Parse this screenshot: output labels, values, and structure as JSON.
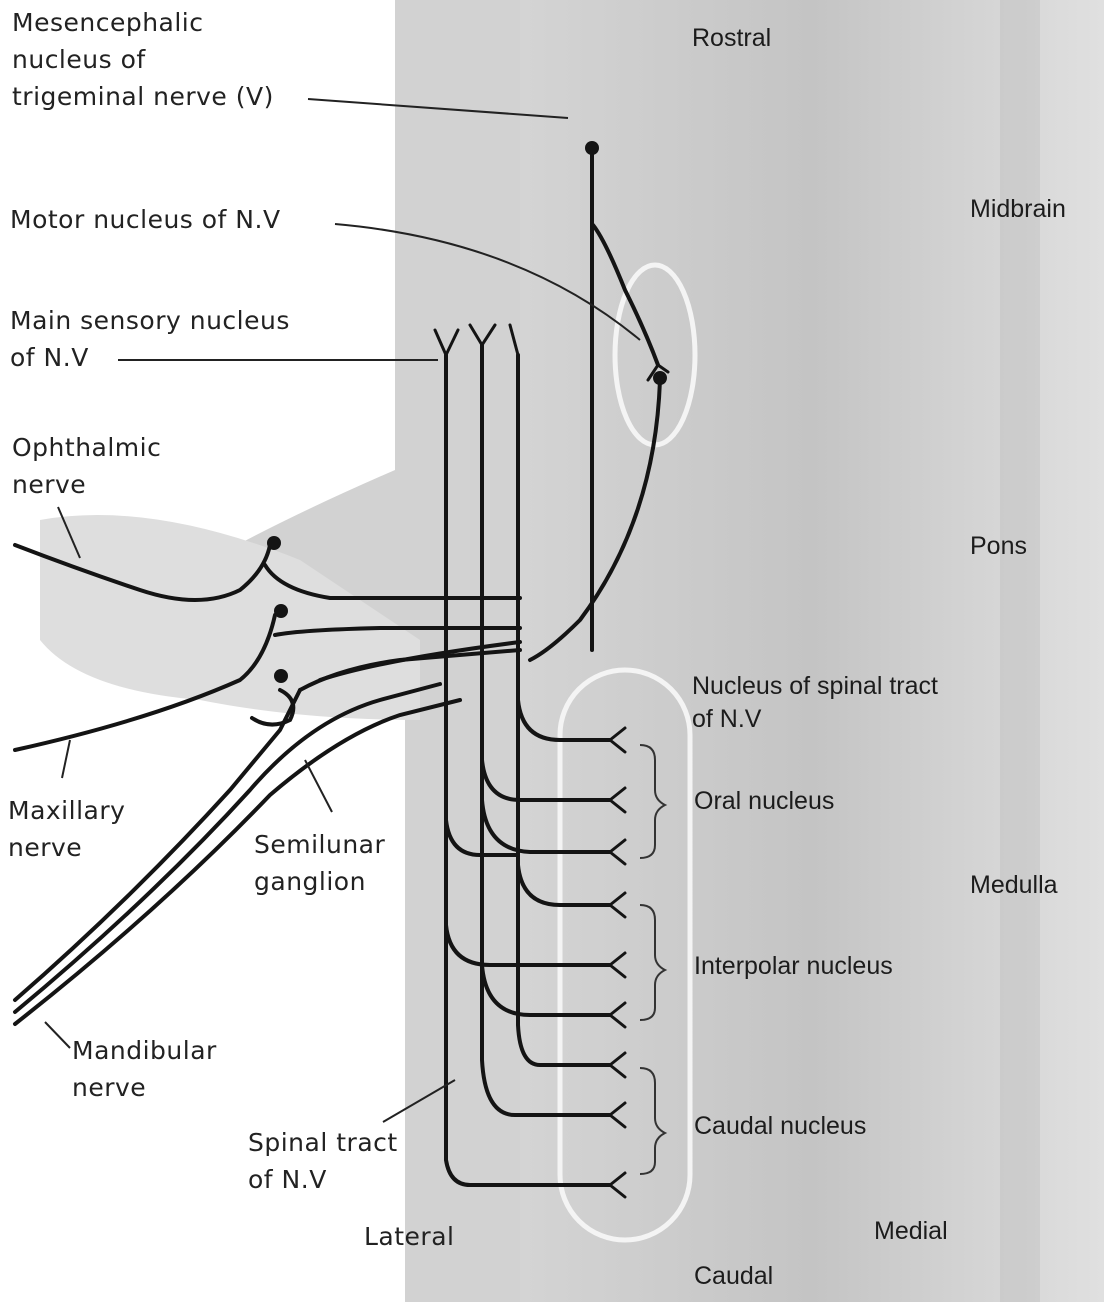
{
  "labels": {
    "mesencephalic": [
      "Mesencephalic",
      "nucleus of",
      "trigeminal nerve (V)"
    ],
    "motor": "Motor nucleus of N.V",
    "main_sensory": [
      "Main sensory nucleus",
      "of N.V"
    ],
    "ophthalmic": [
      "Ophthalmic",
      "nerve"
    ],
    "maxillary": [
      "Maxillary",
      "nerve"
    ],
    "semilunar": [
      "Semilunar",
      "ganglion"
    ],
    "mandibular": [
      "Mandibular",
      "nerve"
    ],
    "spinal_tract": [
      "Spinal tract",
      "of N.V"
    ],
    "lateral": "Lateral",
    "rostral": "Rostral",
    "midbrain": "Midbrain",
    "pons": "Pons",
    "nucleus_spinal": [
      "Nucleus of spinal tract",
      "of N.V"
    ],
    "oral": "Oral nucleus",
    "medulla": "Medulla",
    "interpolar": "Interpolar nucleus",
    "caudal_nucleus": "Caudal nucleus",
    "medial": "Medial",
    "caudal": "Caudal"
  }
}
